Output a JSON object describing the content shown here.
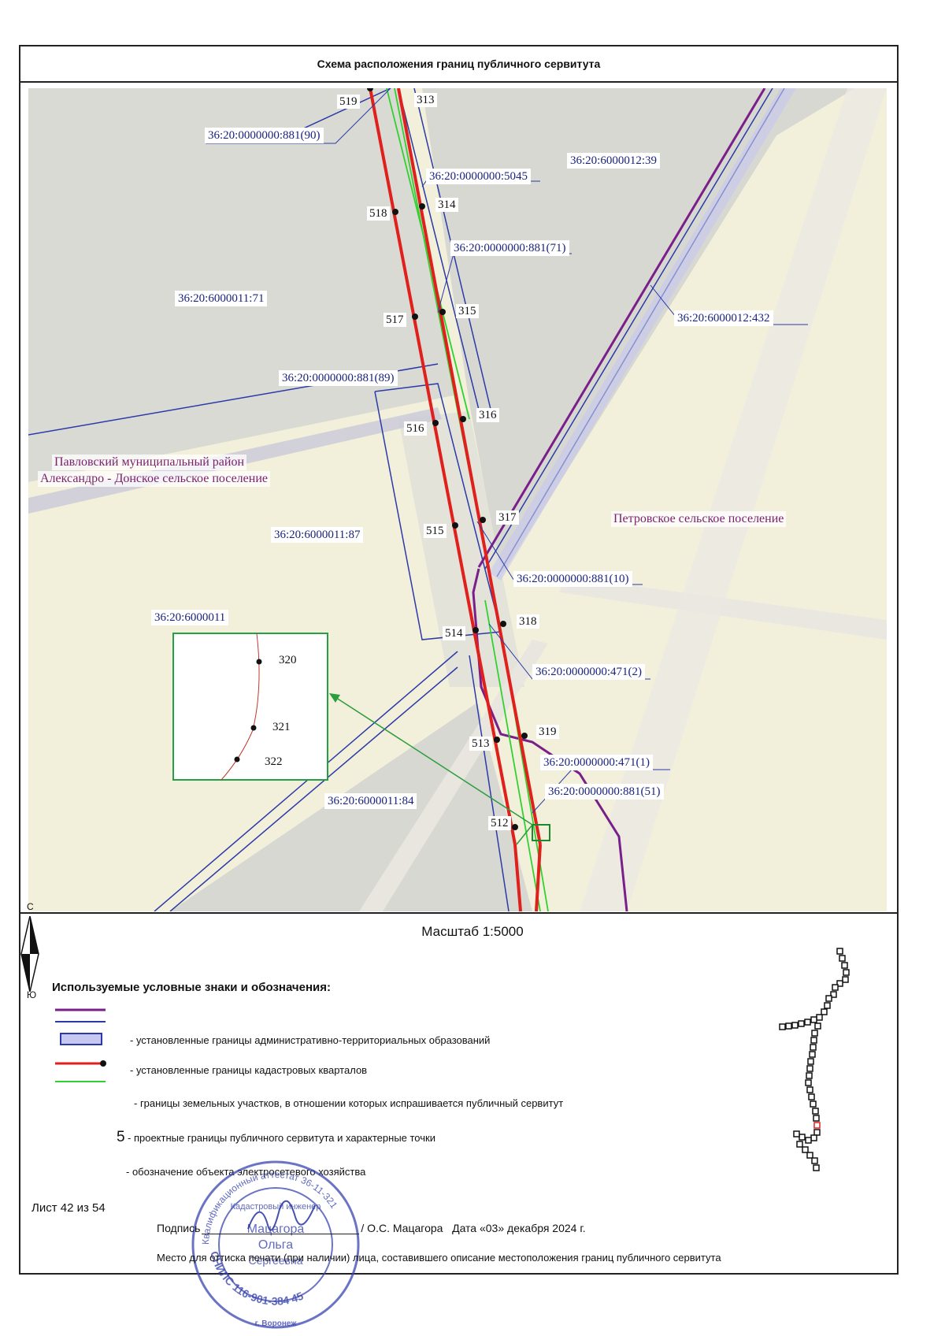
{
  "title": "Схема расположения границ публичного сервитута",
  "map": {
    "labels": [
      "36:20:0000000:881(90)",
      "36:20:0000000:5045",
      "36:20:6000012:39",
      "36:20:0000000:881(71)",
      "36:20:6000011:71",
      "36:20:6000012:432",
      "36:20:0000000:881(89)",
      "36:20:6000011:87",
      "36:20:0000000:881(10)",
      "36:20:6000011",
      "36:20:0000000:471(2)",
      "36:20:0000000:471(1)",
      "36:20:0000000:881(51)",
      "36:20:6000011:84"
    ],
    "points_right": [
      "313",
      "314",
      "315",
      "316",
      "317",
      "318",
      "319"
    ],
    "points_left": [
      "519",
      "518",
      "517",
      "516",
      "515",
      "514",
      "513",
      "512"
    ],
    "regions": {
      "left_line1": "Павловский муниципальный район",
      "left_line2": "Александро - Донское сельское поселение",
      "right": "Петровское сельское поселение"
    },
    "inset_points": [
      "320",
      "321",
      "322"
    ],
    "colors": {
      "bg_grey": "#dcdcd6",
      "bg_beige": "#f2f0da",
      "cadastral_quarter": "#2b3aa8",
      "servitude": "#e0201c",
      "parcel": "#32d132",
      "admin_boundary": "#7a1f8a",
      "inset_frame": "#26a046"
    }
  },
  "scale": "Масштаб 1:5000",
  "compass": {
    "north": "С",
    "south": "Ю"
  },
  "legend": {
    "title": "Используемые условные знаки и обозначения:",
    "items": [
      "- установленные границы административно-территориальных образований",
      "- установленные границы кадастровых кварталов",
      "- границы земельных участков, в отношении которых испрашивается публичный сервитут",
      "- проектные границы публичного сервитута и характерные точки",
      "- обозначение объекта электросетевого хозяйства"
    ],
    "number_sample": "5"
  },
  "sheet": "Лист 42 из 54",
  "signature": {
    "label": "Подпись",
    "name": "/ О.С. Мацагора",
    "date": "Дата «03» декабря 2024 г."
  },
  "stamp_place": "Место для оттиска печати (при наличии) лица, составившего описание местоположения границ публичного сервитута",
  "stamp_text": {
    "outer_ring": "Квалификационный аттестат 36-11-321",
    "inner": "Кадастровый инженер",
    "name1": "Мацагора",
    "name2": "Ольга",
    "name3": "Сергеевна",
    "snils": "СНИЛС 116-901-384 45",
    "city": "г. Воронеж"
  }
}
